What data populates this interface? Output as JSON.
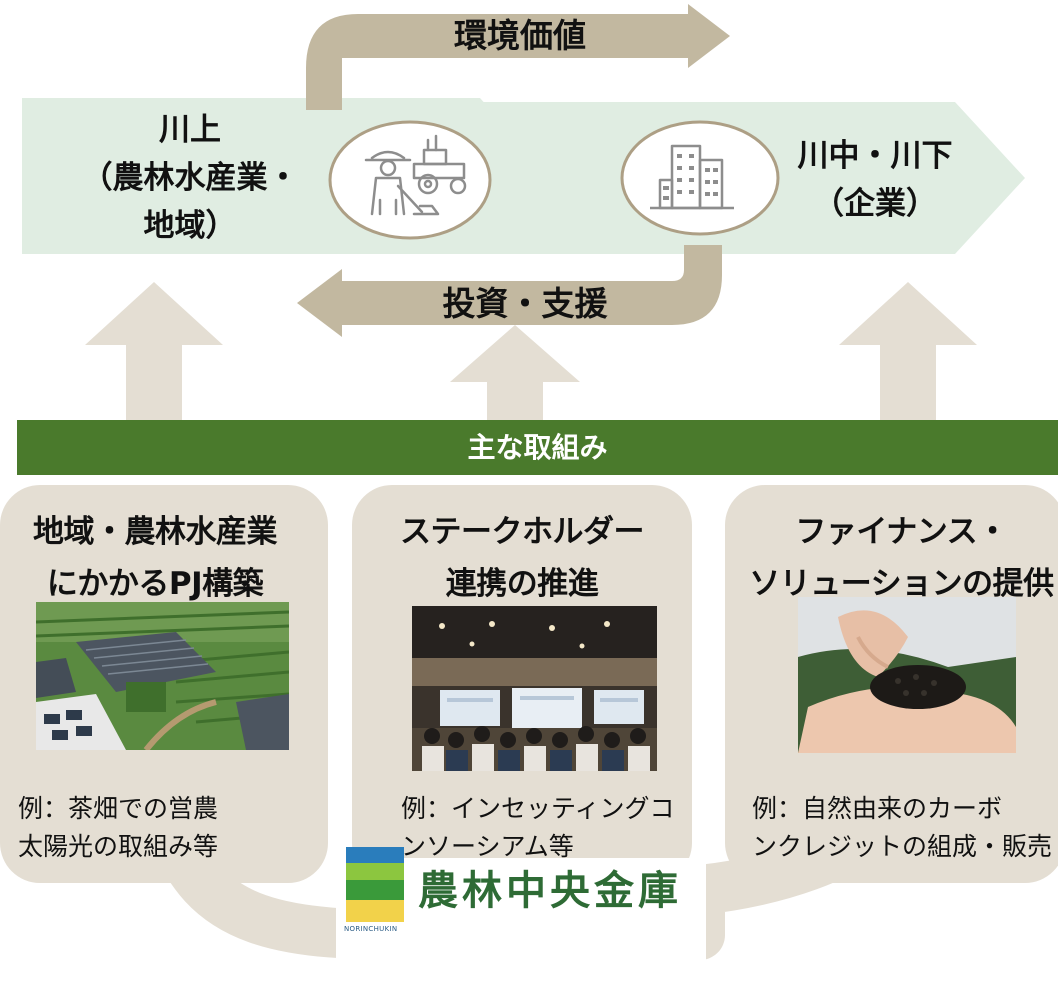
{
  "upstream": {
    "line1": "川上",
    "line2": "（農林水産業・",
    "line3": "地域）"
  },
  "downstream": {
    "line1": "川中・川下",
    "line2": "（企業）"
  },
  "arrows": {
    "top": "環境価値",
    "bottom": "投資・支援"
  },
  "banner": {
    "label": "主な取組み"
  },
  "cards": [
    {
      "title1": "地域・農林水産業",
      "title2": "にかかるPJ構築",
      "example1": "例：茶畑での営農",
      "example2": "太陽光の取組み等"
    },
    {
      "title1": "ステークホルダー",
      "title2": "連携の推進",
      "example1": "例：インセッティングコ",
      "example2": "ンソーシアム等"
    },
    {
      "title1": "ファイナンス・",
      "title2": "ソリューションの提供",
      "example1": "例：自然由来のカーボ",
      "example2": "ンクレジットの組成・販売"
    }
  ],
  "brand": {
    "name": "農林中央金庫",
    "sub": "NORINCHUKIN"
  },
  "colors": {
    "flow_band": "#e0ede2",
    "arrow_tan": "#c2b8a0",
    "arrow_light": "#e4ded3",
    "card_bg": "#e4ded3",
    "banner": "#4a7a2c"
  },
  "icons": [
    "farmer-tractor-icon",
    "buildings-icon"
  ]
}
